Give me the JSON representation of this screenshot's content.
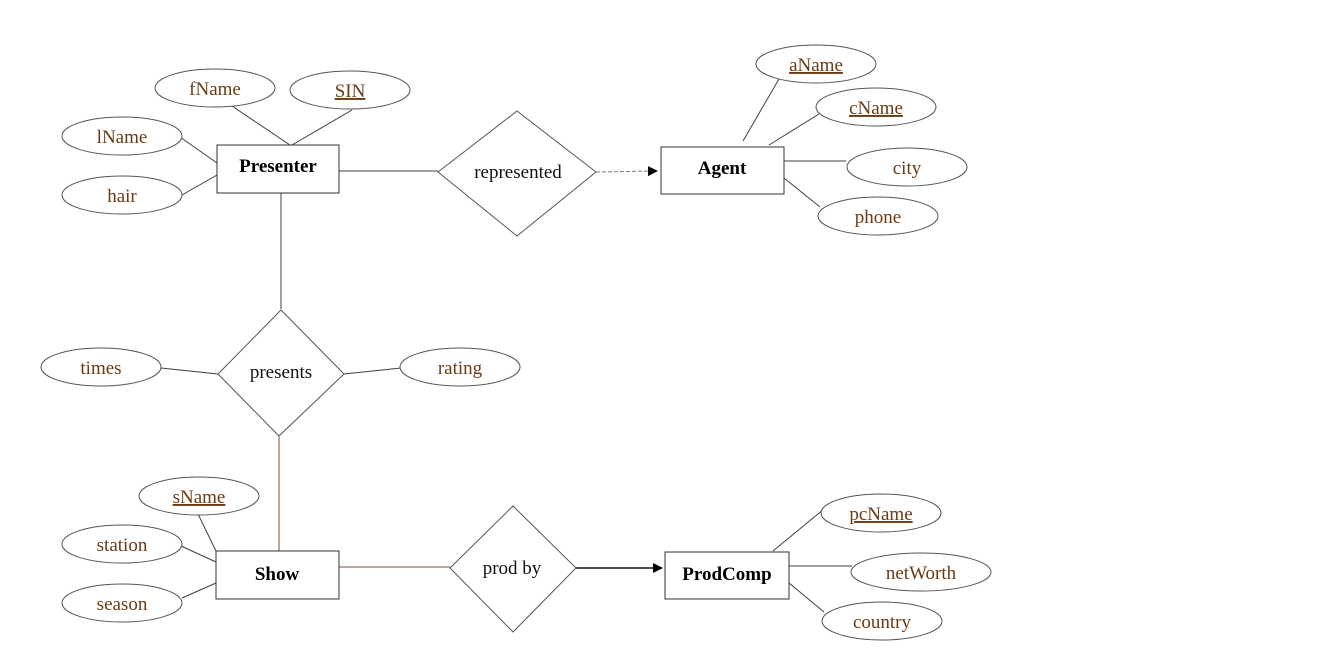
{
  "colors": {
    "attribute_text": "#6b3a12",
    "entity_text": "#000000",
    "relationship_text": "#111111",
    "outline": "#555555",
    "connector_brown": "#7a5230"
  },
  "entities": {
    "presenter": "Presenter",
    "agent": "Agent",
    "show": "Show",
    "prodcomp": "ProdComp"
  },
  "relationships": {
    "represented": "represented",
    "presents": "presents",
    "prodby": "prod by"
  },
  "attributes": {
    "fname": "fName",
    "sin": "SIN",
    "lname": "lName",
    "hair": "hair",
    "aname": "aName",
    "cname": "cName",
    "city": "city",
    "phone": "phone",
    "times": "times",
    "rating": "rating",
    "sname": "sName",
    "station": "station",
    "season": "season",
    "pcname": "pcName",
    "networth": "netWorth",
    "country": "country"
  },
  "key_attributes": [
    "SIN",
    "aName",
    "cName",
    "sName",
    "pcName"
  ]
}
